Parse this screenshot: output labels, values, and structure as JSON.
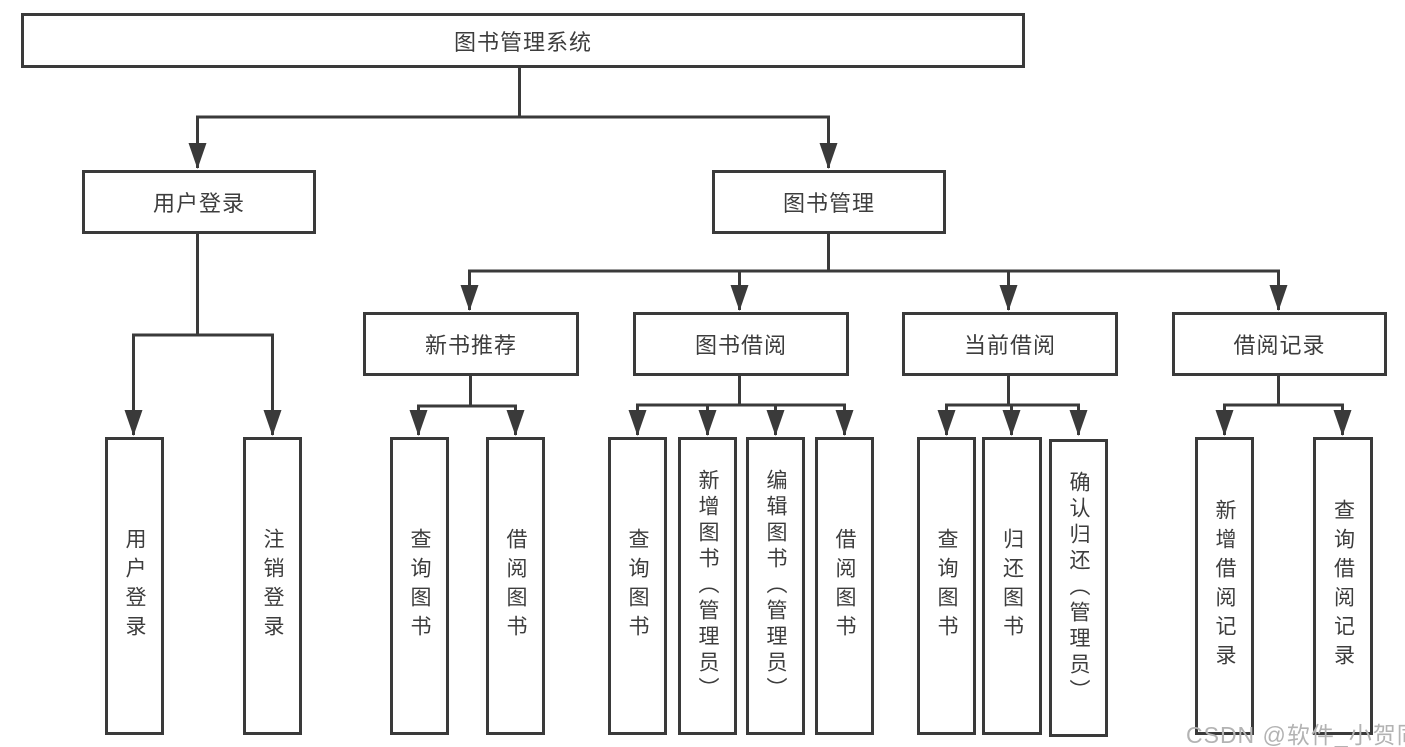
{
  "diagram": {
    "title_node": "图书管理系统",
    "branches": {
      "user_login": "用户登录",
      "book_management": "图书管理"
    },
    "sections": {
      "new_book_recommend": "新书推荐",
      "book_borrowing": "图书借阅",
      "current_borrowing": "当前借阅",
      "borrow_records": "借阅记录"
    },
    "leaves": {
      "user_login": "用户登录",
      "logout": "注销登录",
      "query_books_1": "查询图书",
      "borrow_books_1": "借阅图书",
      "query_books_2": "查询图书",
      "add_book_admin": "新增图书（管理员）",
      "edit_book_admin": "编辑图书（管理员）",
      "borrow_books_2": "借阅图书",
      "query_books_3": "查询图书",
      "return_book": "归还图书",
      "confirm_return_admin": "确认归还（管理员）",
      "add_borrow_record": "新增借阅记录",
      "query_borrow_record": "查询借阅记录"
    }
  },
  "watermark": "CSDN @软件_小贺同学",
  "colors": {
    "line": "#3a3a3a",
    "text": "#3d3d3d",
    "watermark": "#b3b3b3",
    "background": "#ffffff"
  }
}
